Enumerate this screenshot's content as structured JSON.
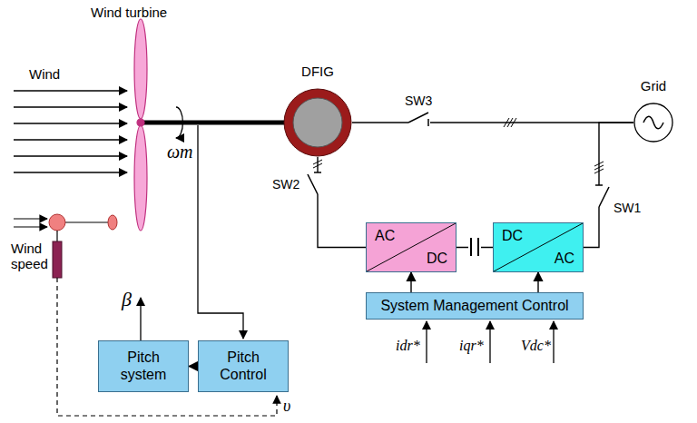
{
  "diagram": {
    "nodes": [
      {
        "text": [
          "Pitch system"
        ]
      },
      {
        "text": [
          "Pitch Control"
        ]
      },
      {
        "text": [
          "AC",
          "DC"
        ]
      },
      {
        "text": [
          "DC",
          "AC"
        ]
      },
      {
        "text": [
          "System Management Control"
        ]
      },
      {
        "text": [
          "DFIG"
        ]
      },
      {
        "text": [
          "Grid"
        ]
      }
    ],
    "edges": [
      {
        "from": 1,
        "to": 0,
        "arrow": "to"
      },
      {
        "from": 2,
        "to": 3,
        "arrow": "none"
      },
      {
        "from": 4,
        "to": 2,
        "arrow": "to"
      },
      {
        "from": 4,
        "to": 3,
        "arrow": "to"
      },
      {
        "from": 5,
        "to": 6,
        "arrow": "none"
      },
      {
        "from": 5,
        "to": 2,
        "arrow": "none"
      },
      {
        "from": 3,
        "to": 6,
        "arrow": "none"
      }
    ],
    "labels": [
      "Wind turbine",
      "Wind",
      "Wind speed",
      "ωm",
      "β",
      "υ",
      "SW3",
      "SW2",
      "SW1",
      "idr*",
      "iqr*",
      "Vdc*"
    ]
  }
}
